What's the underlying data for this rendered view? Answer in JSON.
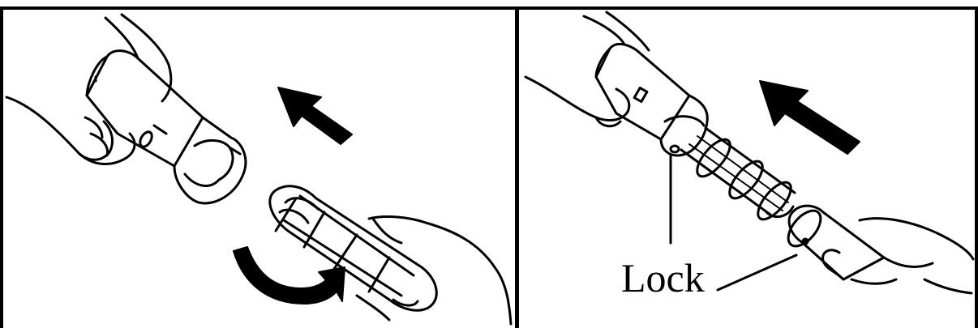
{
  "figure": {
    "panels": [
      {
        "id": "step-remove-filter",
        "arrow": "up-left",
        "rotation_arrow": "curved"
      },
      {
        "id": "step-lock",
        "arrow": "up-left"
      }
    ],
    "labels": {
      "lock": "Lock"
    },
    "colors": {
      "ink": "#000000",
      "paper": "#ffffff"
    }
  }
}
